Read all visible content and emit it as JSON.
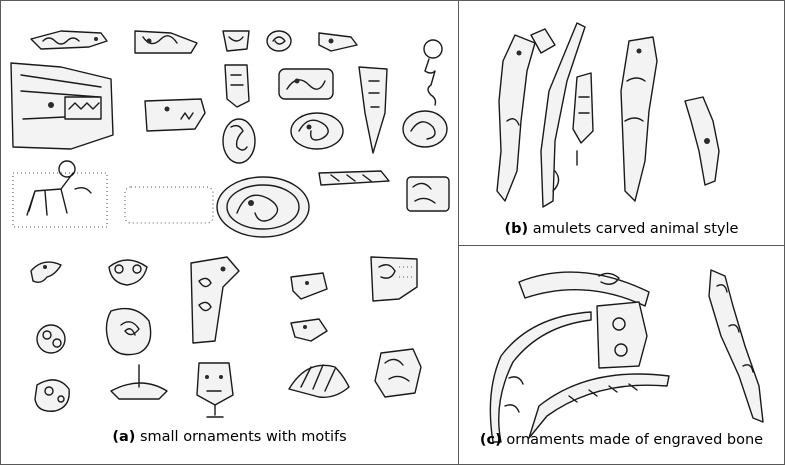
{
  "panels": [
    {
      "letter": "(a)",
      "caption": "small ornaments with motifs"
    },
    {
      "letter": "(b)",
      "caption": "amulets carved animal style"
    },
    {
      "letter": "(c)",
      "caption": "ornaments made of engraved bone"
    }
  ],
  "colors": {
    "ink": "#1a1a1a",
    "border": "#5a5a5a",
    "background": "#ffffff"
  }
}
